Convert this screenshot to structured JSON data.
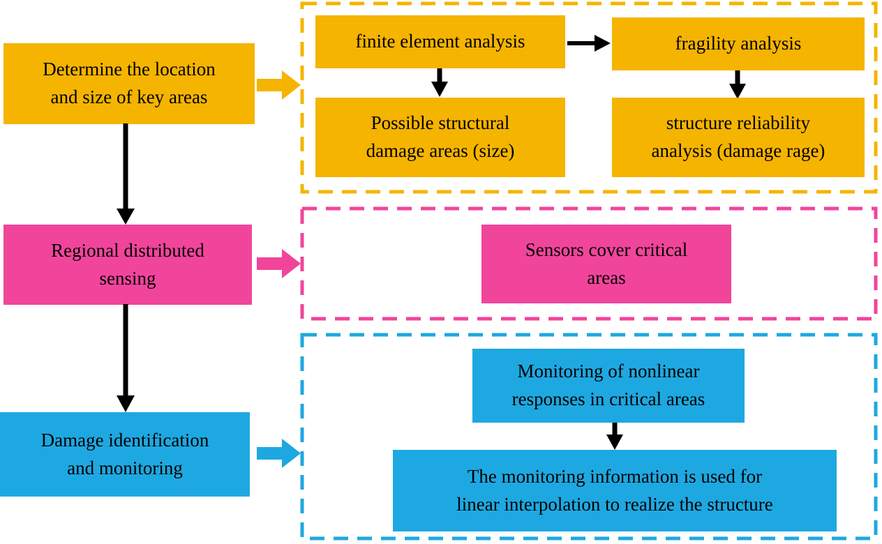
{
  "colors": {
    "orange": "#F5B400",
    "pink": "#F0459B",
    "blue": "#1EA8E1",
    "arrow_black": "#000000",
    "text": "#000000",
    "background": "#FFFFFF"
  },
  "left_column": {
    "steps": [
      {
        "label": "Determine the location\nand size of key areas"
      },
      {
        "label": "Regional distributed\nsensing"
      },
      {
        "label": "Damage identification\nand monitoring"
      }
    ]
  },
  "analysis_group": {
    "finite_element": "finite element analysis",
    "fragility": "fragility analysis",
    "possible_damage": "Possible structural\ndamage areas (size)",
    "reliability": "structure reliability\nanalysis (damage rage)"
  },
  "sensing_group": {
    "sensors": "Sensors cover critical\nareas"
  },
  "monitoring_group": {
    "nonlinear": "Monitoring of nonlinear\nresponses in critical areas",
    "interpolation": "The monitoring information is used for\nlinear interpolation to realize the structure"
  }
}
